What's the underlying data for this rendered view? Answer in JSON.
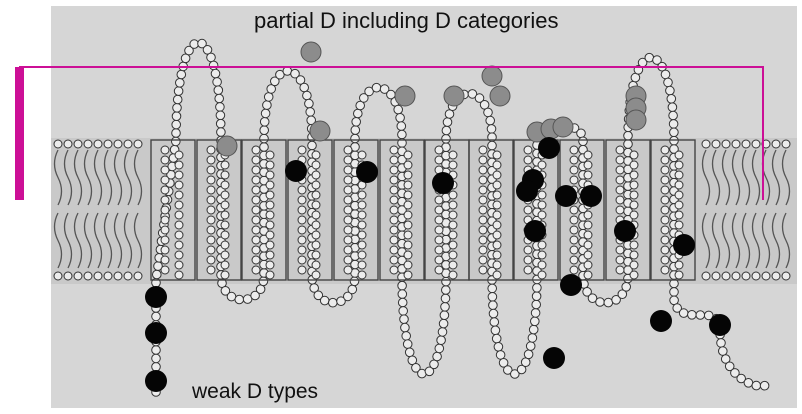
{
  "labels": {
    "top": "partial D including D categories",
    "bottom": "weak D types"
  },
  "colors": {
    "background": "#d6d6d6",
    "membrane_band": "#c2c2c2",
    "bead_outline": "#333333",
    "bead_fill": "#ececec",
    "partial_d_residue": "#8c8c8c",
    "weak_d_residue": "#050505",
    "annotation_bracket": "#cc0f96"
  },
  "legend": {
    "grey_circles": "partial D including D categories",
    "black_circles": "weak D types"
  }
}
